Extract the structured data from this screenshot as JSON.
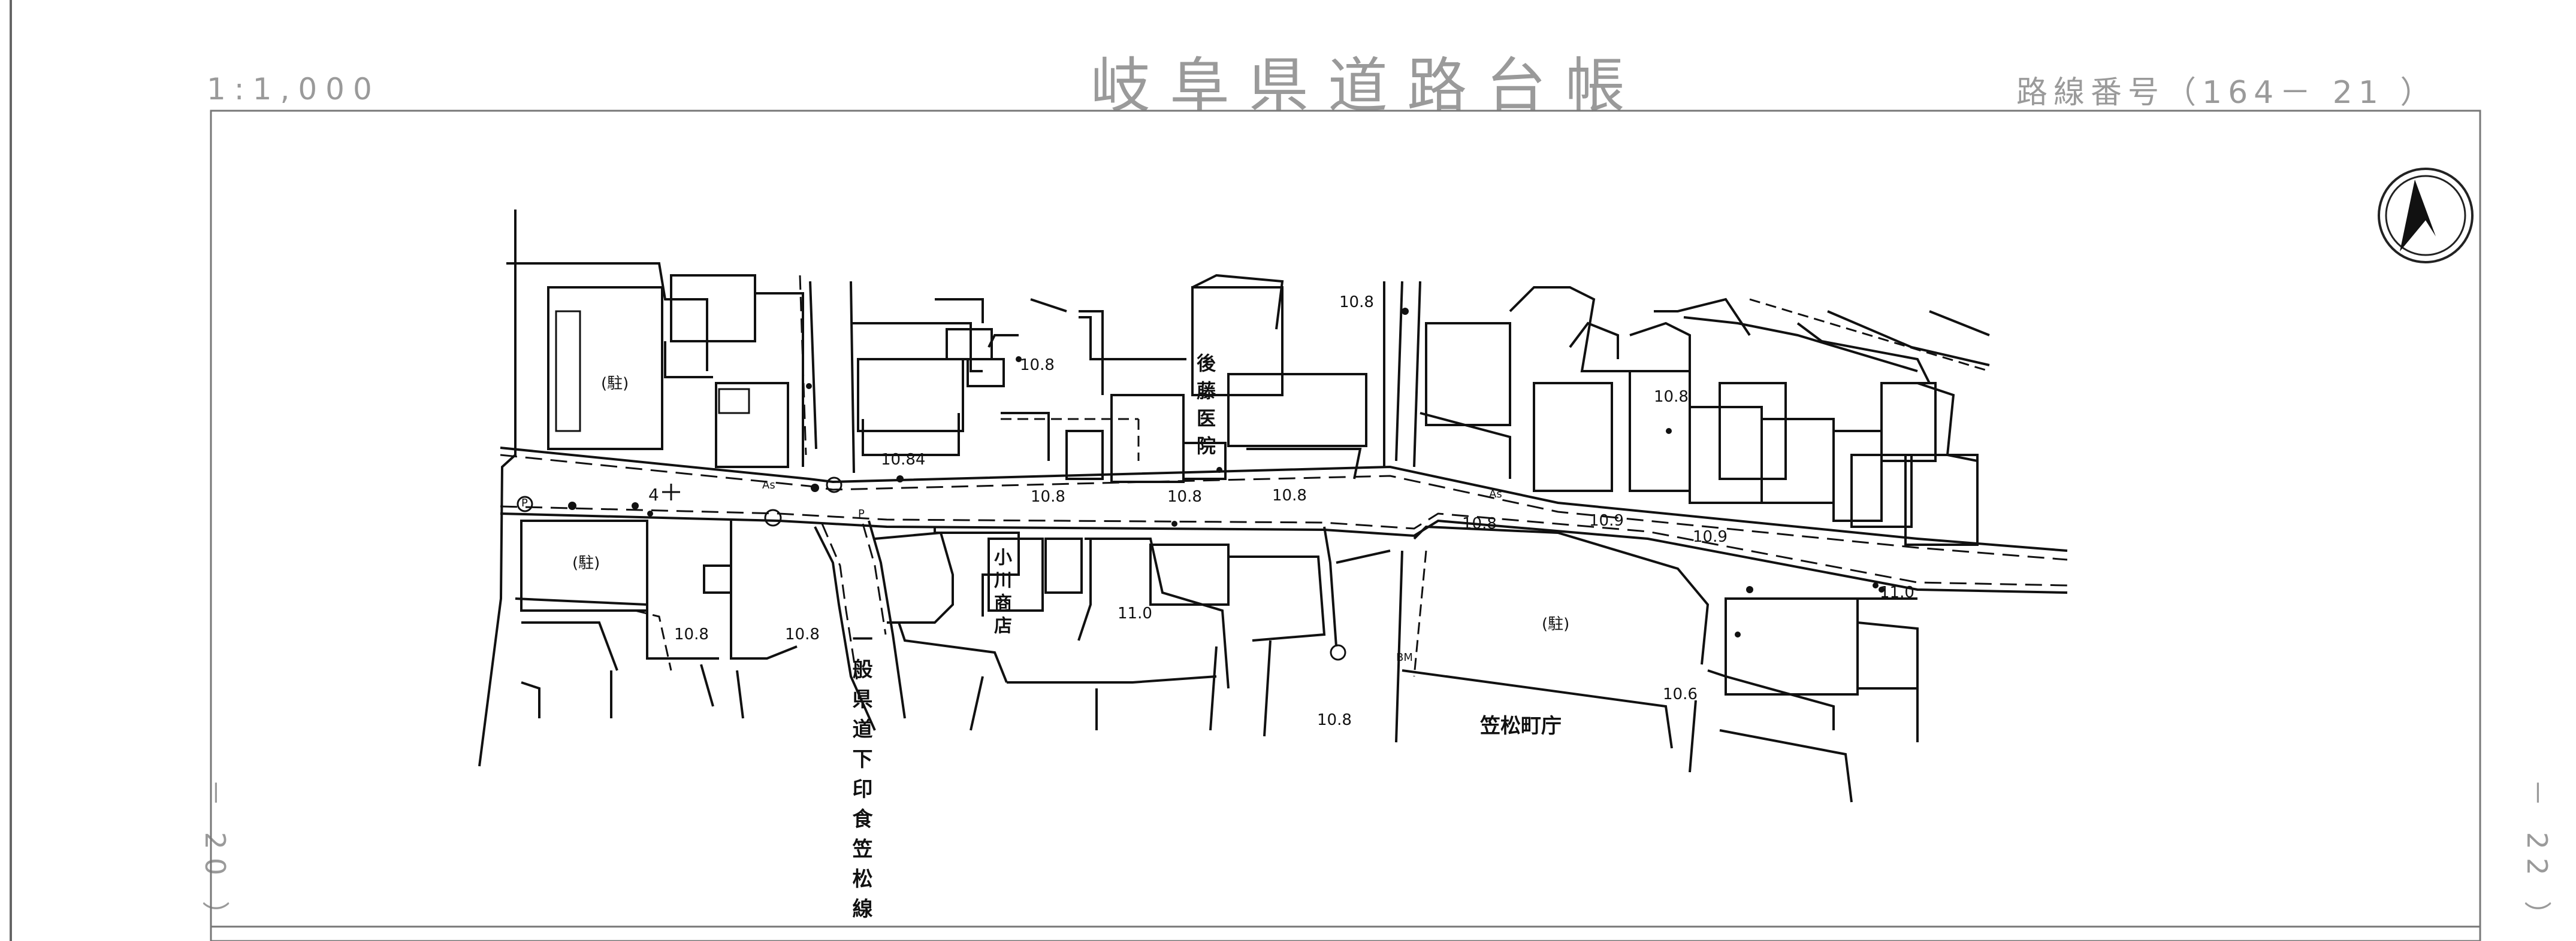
{
  "header": {
    "scale": "1:1,000",
    "title": "岐阜県道路台帳",
    "route_number": "路線番号（164－ 21 ）"
  },
  "sheet_refs": {
    "left": "－ 20 ）",
    "right": "－ 22 ）"
  },
  "map": {
    "road_name_vertical": "一般県道下印食笠松線",
    "labels": {
      "parking_1": "(駐)",
      "parking_2": "(駐)",
      "parking_3": "(駐)",
      "clinic": "後藤医院",
      "shop": "小川商店",
      "town_hall": "笠松町庁",
      "lane_count": "4",
      "surface_1": "As",
      "surface_2": "As",
      "bench_mark": "BM",
      "p_marker_1": "P",
      "p_marker_2": "P"
    },
    "elevations": {
      "e1": "10.8",
      "e2": "10.8",
      "e3": "10.84",
      "e4": "10.8",
      "e5": "10.8",
      "e6": "10.8",
      "e7": "10.8",
      "e8": "10.8",
      "e9": "10.9",
      "e10": "10.9",
      "e11": "11.0",
      "e12": "10.8",
      "e13": "10.8",
      "e14": "11.0",
      "e15": "10.8",
      "e16": "10.6"
    }
  },
  "icons": {
    "north_arrow": "north-arrow-icon"
  }
}
